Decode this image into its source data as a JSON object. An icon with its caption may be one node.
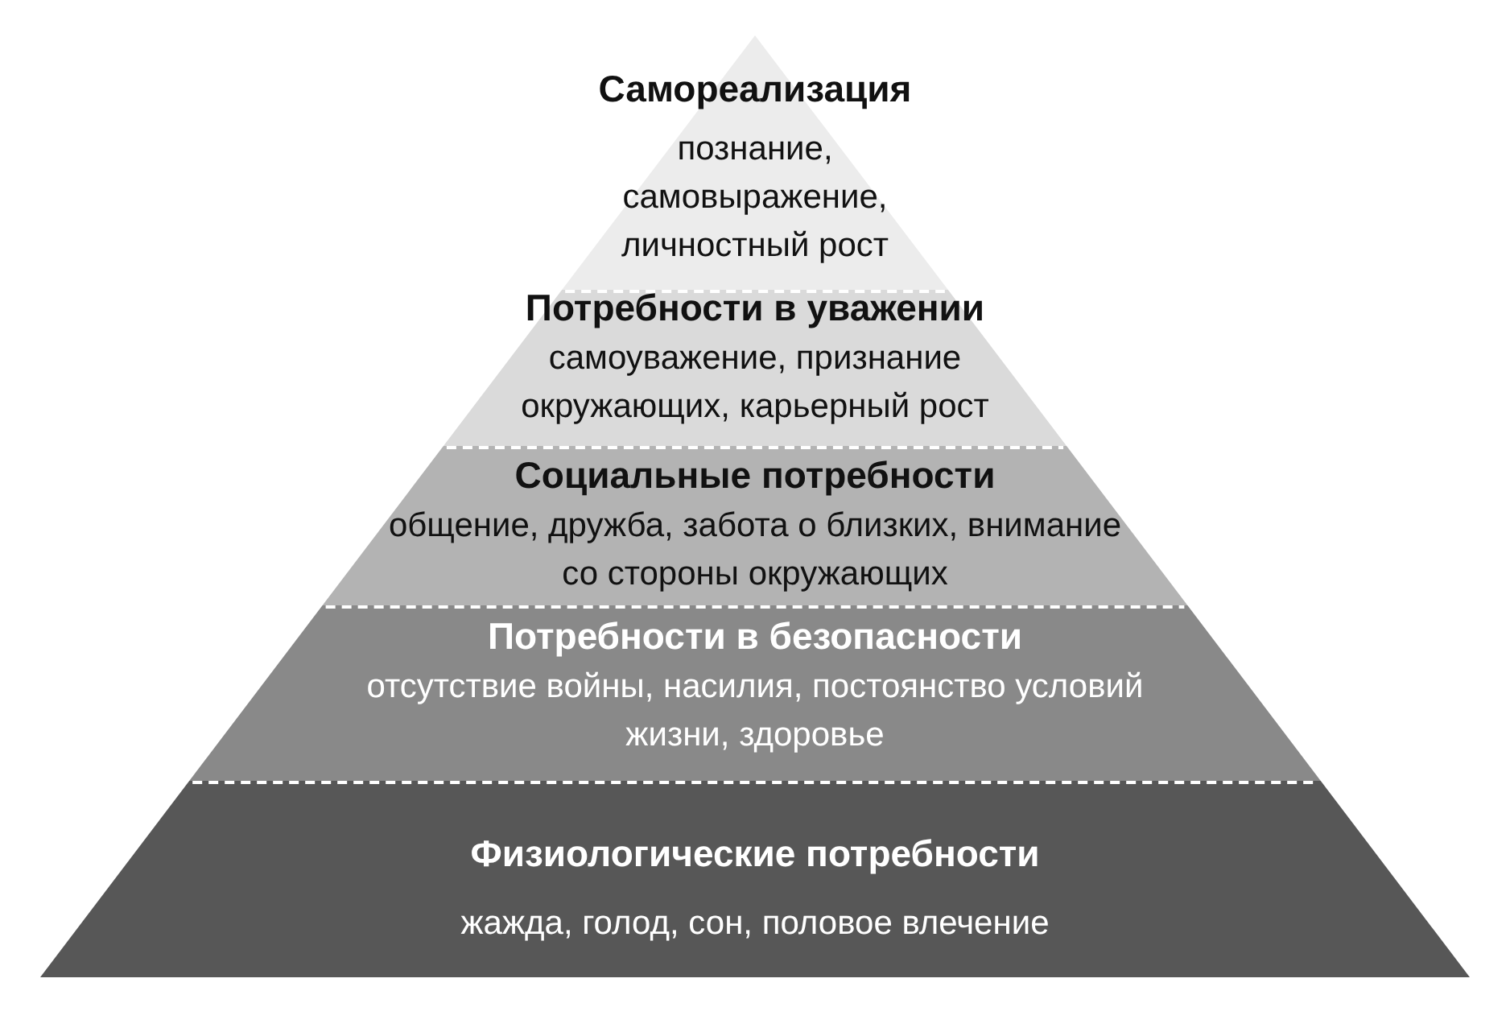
{
  "diagram": {
    "nodes": [
      {
        "text": [
          "Самореализация",
          "познание, самовыражение, личностный рост"
        ]
      },
      {
        "text": [
          "Потребности в уважении",
          "самоуважение, признание окружающих, карьерный рост"
        ]
      },
      {
        "text": [
          "Социальные потребности",
          "общение, дружба, забота о близких, внимание со стороны окружающих"
        ]
      },
      {
        "text": [
          "Потребности в безопасности",
          "отсутствие войны, насилия, постоянство условий жизни, здоровье"
        ]
      },
      {
        "text": [
          "Физиологические потребности",
          "жажда, голод, сон, половое влечение"
        ]
      }
    ]
  }
}
